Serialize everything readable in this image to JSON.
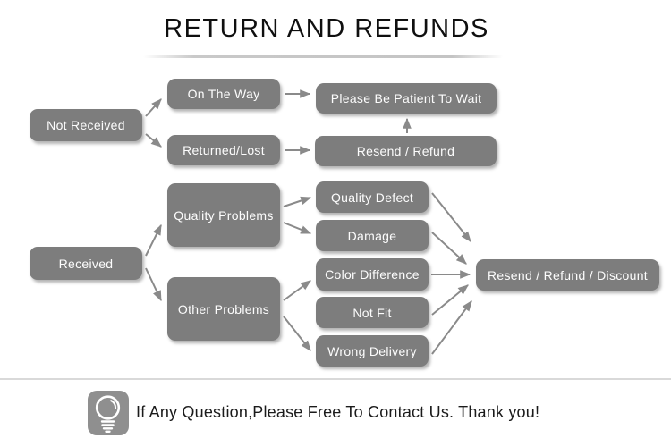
{
  "title": "RETURN AND REFUNDS",
  "colors": {
    "node_background": "#7d7d7d",
    "node_text": "#fdfdfd",
    "arrow": "#8a8a8a",
    "title_text": "#0f0f0f",
    "divider": "#d9d9d9",
    "footer_icon_background": "#8f8f8f"
  },
  "nodes": {
    "not_received": {
      "label": "Not Received"
    },
    "on_the_way": {
      "label": "On The Way"
    },
    "please_wait": {
      "label": "Please Be Patient To Wait"
    },
    "returned_lost": {
      "label": "Returned/Lost"
    },
    "resend_refund": {
      "label": "Resend / Refund"
    },
    "received": {
      "label": "Received"
    },
    "quality_problems": {
      "label": "Quality Problems"
    },
    "other_problems": {
      "label": "Other Problems"
    },
    "quality_defect": {
      "label": "Quality Defect"
    },
    "damage": {
      "label": "Damage"
    },
    "color_difference": {
      "label": "Color Difference"
    },
    "not_fit": {
      "label": "Not Fit"
    },
    "wrong_delivery": {
      "label": "Wrong Delivery"
    },
    "resend_refund_discount": {
      "label": "Resend / Refund / Discount"
    }
  },
  "edges": [
    {
      "from": "not_received",
      "to": "on_the_way"
    },
    {
      "from": "not_received",
      "to": "returned_lost"
    },
    {
      "from": "on_the_way",
      "to": "please_wait"
    },
    {
      "from": "returned_lost",
      "to": "resend_refund"
    },
    {
      "from": "resend_refund",
      "to": "please_wait"
    },
    {
      "from": "received",
      "to": "quality_problems"
    },
    {
      "from": "received",
      "to": "other_problems"
    },
    {
      "from": "quality_problems",
      "to": "quality_defect"
    },
    {
      "from": "quality_problems",
      "to": "damage"
    },
    {
      "from": "other_problems",
      "to": "color_difference"
    },
    {
      "from": "other_problems",
      "to": "wrong_delivery"
    },
    {
      "from": "quality_defect",
      "to": "resend_refund_discount"
    },
    {
      "from": "damage",
      "to": "resend_refund_discount"
    },
    {
      "from": "color_difference",
      "to": "resend_refund_discount"
    },
    {
      "from": "not_fit",
      "to": "resend_refund_discount"
    },
    {
      "from": "wrong_delivery",
      "to": "resend_refund_discount"
    }
  ],
  "footer": {
    "icon": "light-bulb-icon",
    "message": "If Any Question,Please Free To Contact Us. Thank you!"
  }
}
